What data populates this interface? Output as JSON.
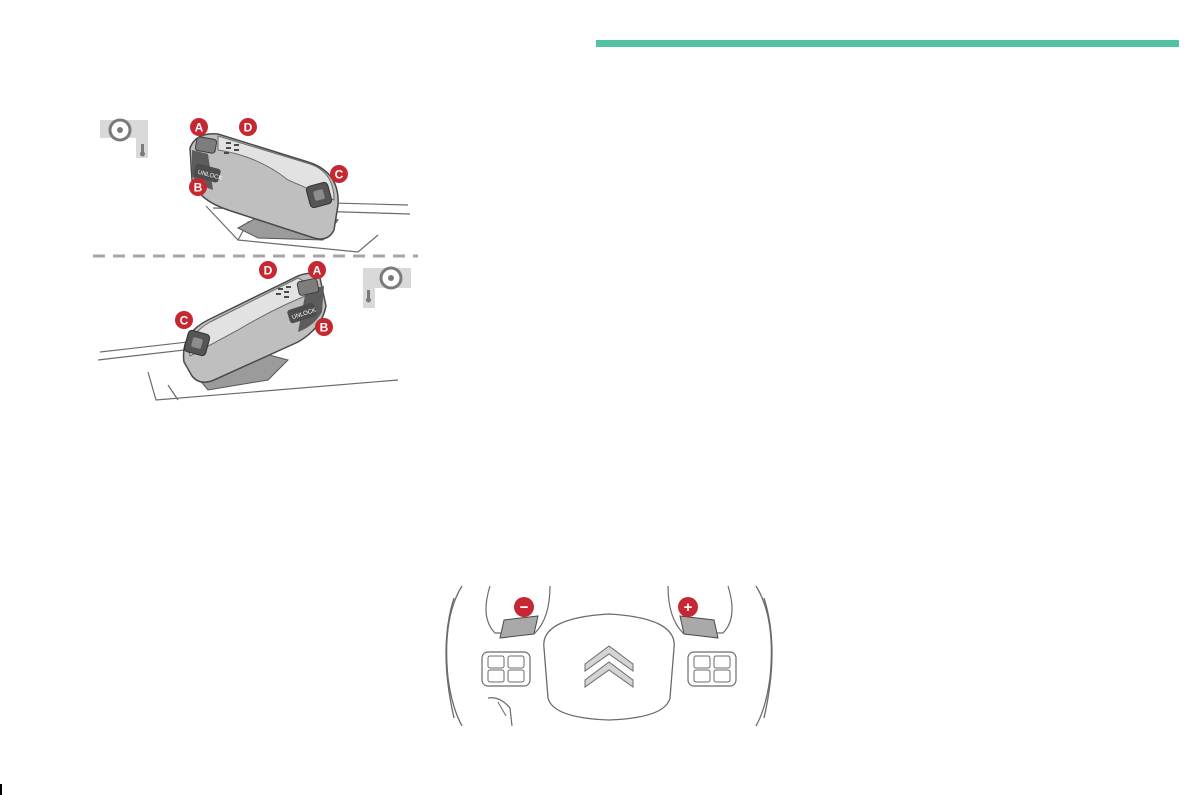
{
  "colors": {
    "accent_teal": "#4fc3a4",
    "callout_red": "#c62832",
    "line_art_gray": "#6b6b6b",
    "fill_light": "#e9e9e9",
    "fill_mid": "#cfcfcf"
  },
  "selector_figure": {
    "callouts": {
      "A": "A",
      "B": "B",
      "C": "C",
      "D": "D"
    },
    "unlock_button_label": "UNLOCK",
    "icons": [
      "steering-wheel-lhd-icon",
      "steering-wheel-rhd-icon"
    ]
  },
  "steering_figure": {
    "minus_symbol": "−",
    "plus_symbol": "+",
    "icons": [
      "citroen-chevrons-logo-icon",
      "minus-paddle-icon",
      "plus-paddle-icon"
    ]
  }
}
